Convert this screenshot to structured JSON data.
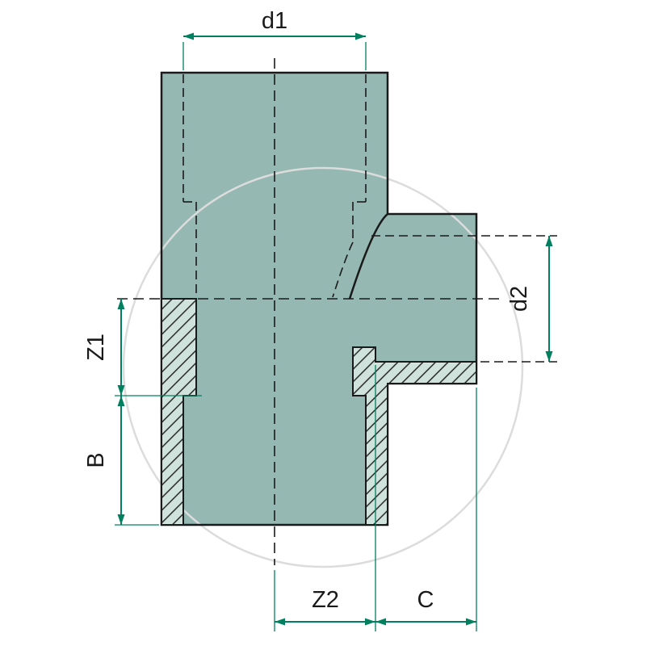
{
  "drawing": {
    "description": "Technical dimension drawing of a reducing tee pipe fitting, half-section view",
    "labels": {
      "d1": "d1",
      "d2": "d2",
      "z1": "Z1",
      "b": "B",
      "z2": "Z2",
      "c": "C"
    },
    "colors": {
      "body": "#95b8b2",
      "section": "#cfe2dc",
      "outline": "#1a1a1a",
      "dimension": "#00805f",
      "watermark": "#dcdcdc",
      "background": "#ffffff"
    }
  }
}
